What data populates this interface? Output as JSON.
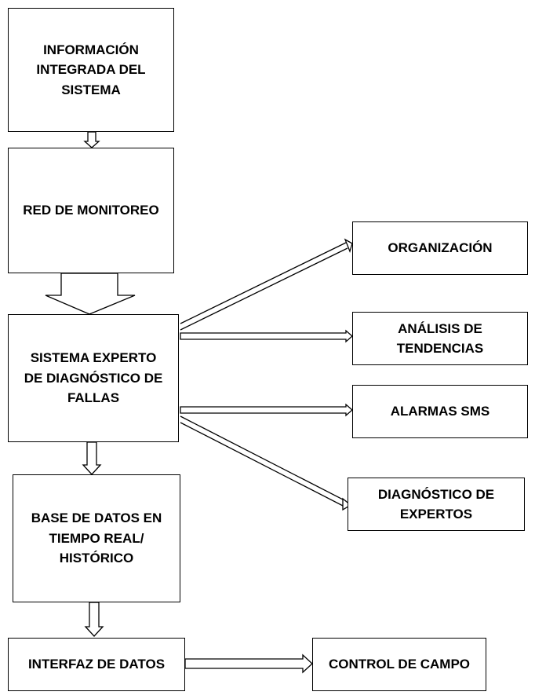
{
  "diagram": {
    "boxes": {
      "info": {
        "label": "INFORMACIÓN\nINTEGRADA DEL\nSISTEMA"
      },
      "red": {
        "label": "RED DE MONITOREO"
      },
      "sistema": {
        "label": "SISTEMA EXPERTO\nDE DIAGNÓSTICO DE\nFALLAS"
      },
      "base": {
        "label": "BASE DE DATOS EN\nTIEMPO REAL/\nHISTÓRICO"
      },
      "interfaz": {
        "label": "INTERFAZ DE DATOS"
      },
      "control": {
        "label": "CONTROL DE CAMPO"
      },
      "organizacion": {
        "label": "ORGANIZACIÓN"
      },
      "tendencias": {
        "label": "ANÁLISIS DE\nTENDENCIAS"
      },
      "alarmas": {
        "label": "ALARMAS SMS"
      },
      "expertos": {
        "label": "DIAGNÓSTICO DE\nEXPERTOS"
      }
    }
  }
}
